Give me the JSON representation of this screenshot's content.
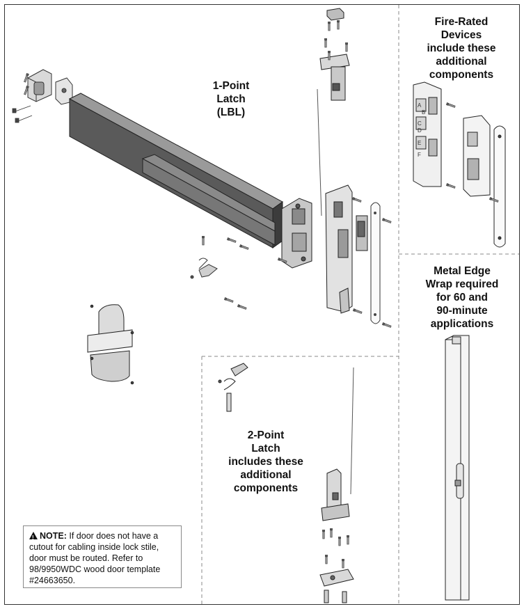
{
  "labels": {
    "one_point": [
      "1-Point",
      "Latch",
      "(LBL)"
    ],
    "fire_rated": [
      "Fire-Rated",
      "Devices",
      "include these",
      "additional",
      "components"
    ],
    "metal_edge": [
      "Metal Edge",
      "Wrap required",
      "for 60 and",
      "90-minute",
      "applications"
    ],
    "two_point": [
      "2-Point",
      "Latch",
      "includes these",
      "additional",
      "components"
    ]
  },
  "note": {
    "heading": "NOTE:",
    "text": "If door does not have a cutout for cabling inside lock stile, door must be routed. Refer to 98/9950WDC wood door template #24663650."
  },
  "strike_letters": [
    "A",
    "B",
    "C",
    "D",
    "E",
    "F"
  ],
  "colors": {
    "bar": "#5a5a5a",
    "part_gray": "#b8b8b8",
    "dark": "#4a4a4a",
    "outline": "#333333"
  }
}
